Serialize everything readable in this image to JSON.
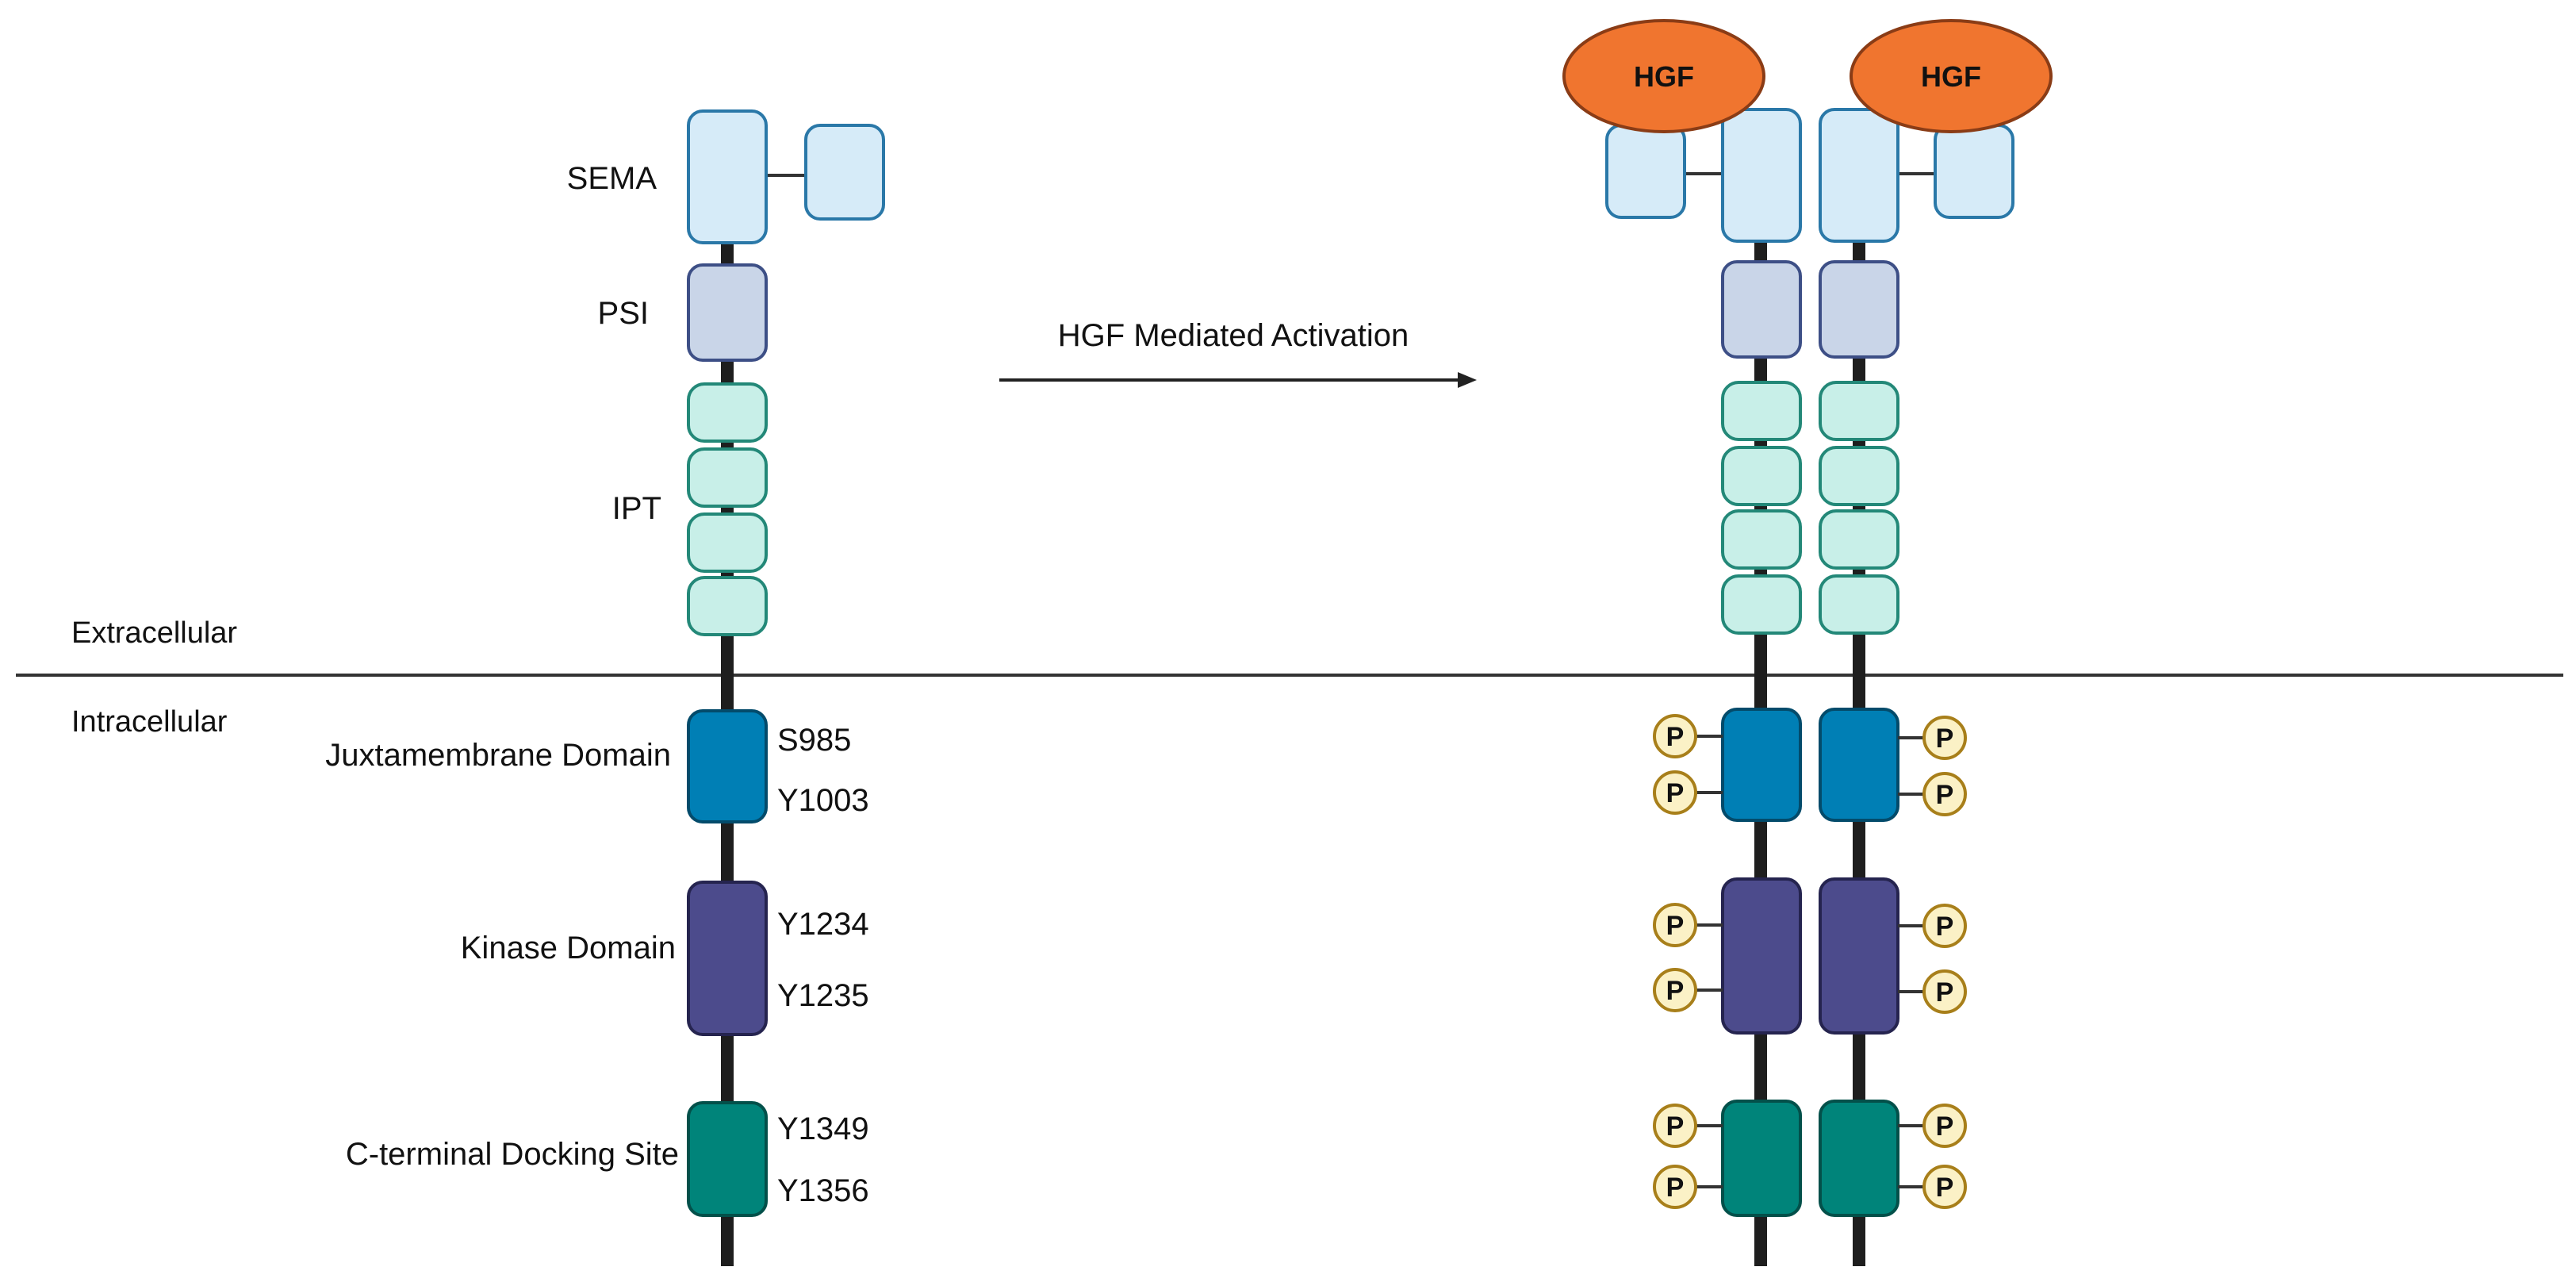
{
  "labels": {
    "sema": "SEMA",
    "psi": "PSI",
    "ipt": "IPT",
    "extracellular": "Extracellular",
    "intracellular": "Intracellular",
    "juxtamembrane": "Juxtamembrane Domain",
    "kinase": "Kinase Domain",
    "cterminal": "C-terminal Docking Site",
    "arrow": "HGF Mediated Activation"
  },
  "sites": {
    "jm1": "S985",
    "jm2": "Y1003",
    "k1": "Y1234",
    "k2": "Y1235",
    "c1": "Y1349",
    "c2": "Y1356"
  },
  "ligand": "HGF",
  "phospho": "P",
  "colors": {
    "sema_fill": "#d6ebf8",
    "sema_stroke": "#2a78a8",
    "psi_fill": "#c9d5e8",
    "psi_stroke": "#3d4f86",
    "ipt_fill": "#c8efe8",
    "ipt_stroke": "#238878",
    "jm_fill": "#007fb5",
    "jm_stroke": "#034b6b",
    "kinase_fill": "#4c4b8c",
    "kinase_stroke": "#25244f",
    "cterm_fill": "#00847a",
    "cterm_stroke": "#03504a",
    "hgf_fill": "#f0752f",
    "hgf_stroke": "#8a3c16",
    "p_fill": "#fbf1c6",
    "p_stroke": "#a87f1a",
    "stalk": "#1e1e1e"
  }
}
